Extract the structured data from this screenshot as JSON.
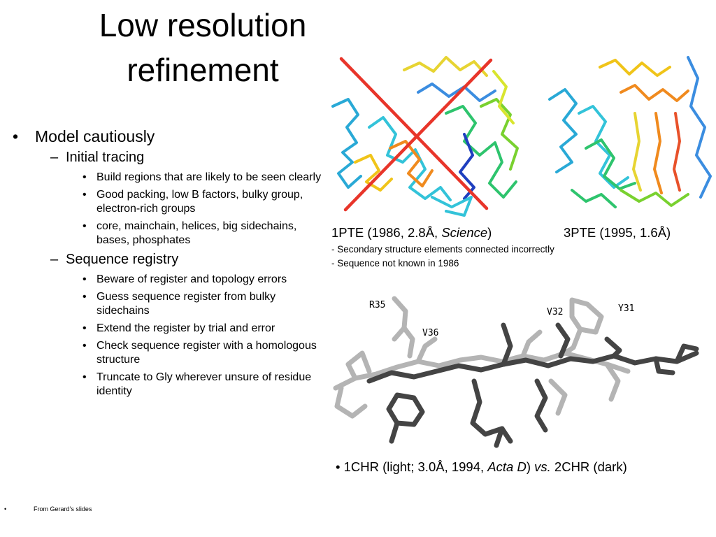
{
  "title": {
    "line1": "Low resolution",
    "line2": "refinement"
  },
  "bullets": {
    "model": "Model cautiously",
    "initial_tracing": "Initial tracing",
    "it_items": [
      "Build regions that are likely to be seen clearly",
      "Good packing, low B factors, bulky group, electron-rich groups",
      "core, mainchain, helices, big sidechains, bases, phosphates"
    ],
    "sequence_registry": "Sequence registry",
    "sr_items": [
      "Beware of register and topology errors",
      "Guess sequence register from bulky sidechains",
      "Extend the register by trial and error",
      "Check sequence register with a homologous structure",
      "Truncate to Gly wherever unsure of residue identity"
    ]
  },
  "footer": {
    "bullet": "•",
    "text": "From Gerard’s slides"
  },
  "figure_top": {
    "left_caption_pre": "1PTE (1986, 2.8Å, ",
    "left_caption_italic": "Science",
    "left_caption_post": ")",
    "right_caption": "3PTE (1995, 1.6Å)",
    "notes": [
      "- Secondary structure elements connected incorrectly",
      "- Sequence not known in 1986"
    ]
  },
  "figure_bottom": {
    "residue_labels": [
      "R35",
      "V36",
      "V32",
      "Y31"
    ],
    "caption_bullet": "•",
    "caption_pre": "1CHR (light; 3.0Å, 1994, ",
    "caption_italic1": "Acta D",
    "caption_mid": ") ",
    "caption_italic2": "vs.",
    "caption_post": " 2CHR (dark)"
  },
  "colors": {
    "cross": "#e8352a",
    "dark_model": "#444444",
    "light_model": "#b4b4b4"
  }
}
